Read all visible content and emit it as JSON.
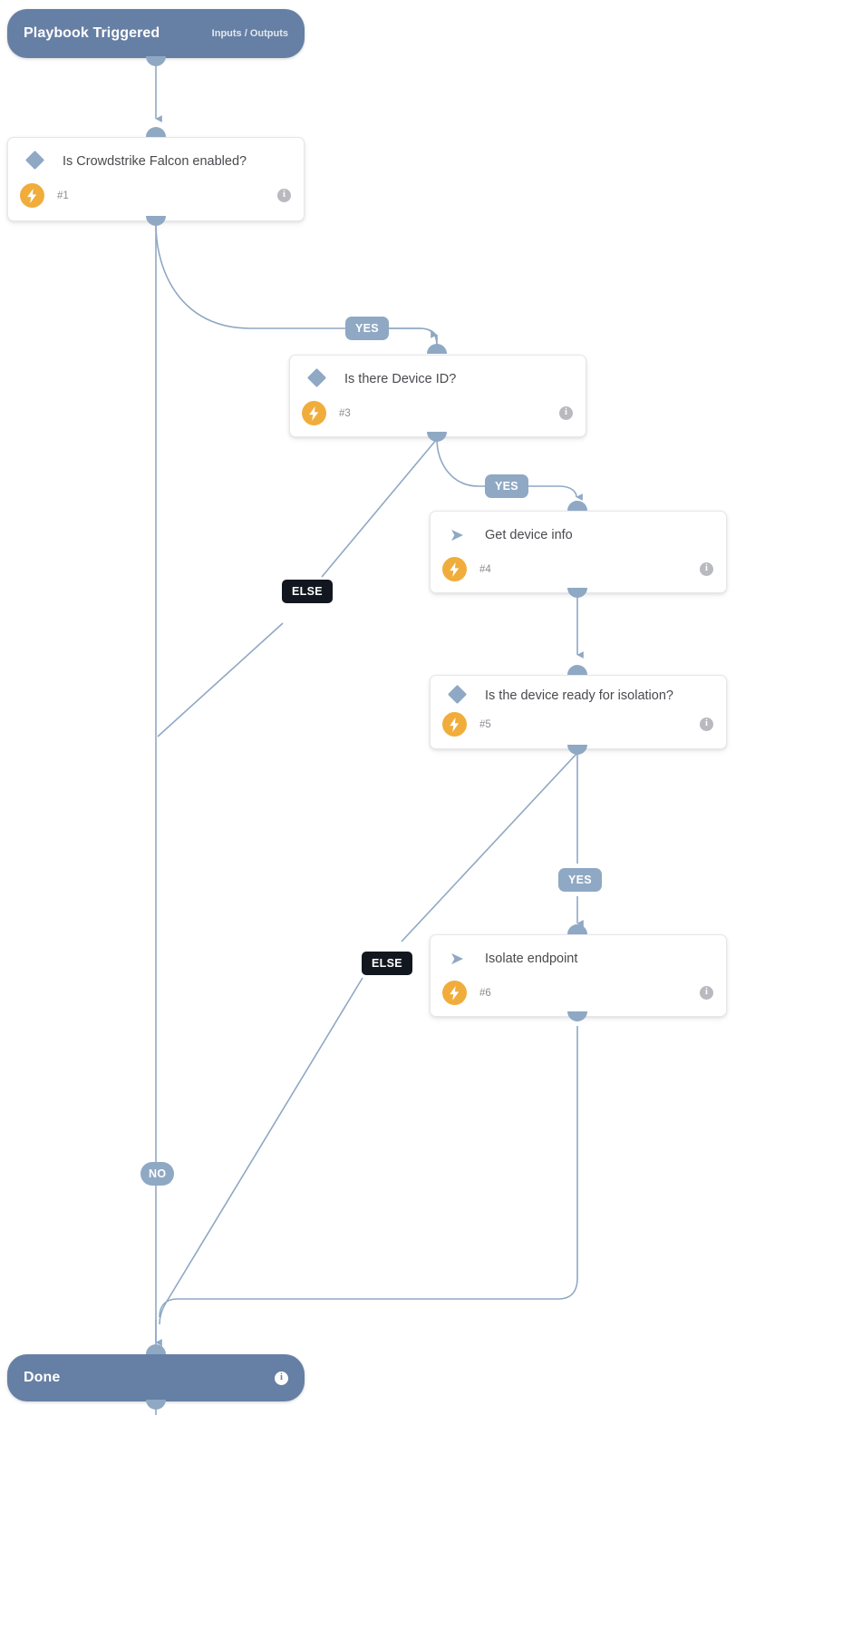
{
  "diagram": {
    "type": "playbook-workflow",
    "title": "Playbook Triggered",
    "colors": {
      "terminal": "#667fa4",
      "connector": "#8fa8c4",
      "accent_bolt": "#f0ad3c",
      "badge_yes": "#8fa8c4",
      "badge_else": "#12171f",
      "card_bg": "#ffffff",
      "card_text": "#4a4a4f"
    }
  },
  "trigger": {
    "label": "Playbook Triggered",
    "right_label": "Inputs / Outputs"
  },
  "done": {
    "label": "Done",
    "info_icon": "info-icon"
  },
  "nodes": [
    {
      "id": "n1",
      "title": "Is Crowdstrike Falcon  enabled?",
      "number": "#1",
      "kind": "condition",
      "icon": "diamond-icon",
      "badge_icon": "lightning-bolt-icon",
      "info_icon": "info-icon"
    },
    {
      "id": "n3",
      "title": "Is there Device ID?",
      "number": "#3",
      "kind": "condition",
      "icon": "diamond-icon",
      "badge_icon": "lightning-bolt-icon",
      "info_icon": "info-icon"
    },
    {
      "id": "n4",
      "title": "Get device info",
      "number": "#4",
      "kind": "action",
      "icon": "chevron-right-icon",
      "badge_icon": "lightning-bolt-icon",
      "info_icon": "info-icon"
    },
    {
      "id": "n5",
      "title": "Is the device ready for isolation?",
      "number": "#5",
      "kind": "condition",
      "icon": "diamond-icon",
      "badge_icon": "lightning-bolt-icon",
      "info_icon": "info-icon"
    },
    {
      "id": "n6",
      "title": "Isolate endpoint",
      "number": "#6",
      "kind": "action",
      "icon": "chevron-right-icon",
      "badge_icon": "lightning-bolt-icon",
      "info_icon": "info-icon"
    }
  ],
  "edge_labels": {
    "yes_1": "YES",
    "no_1": "NO",
    "yes_3": "YES",
    "else_3": "ELSE",
    "yes_5": "YES",
    "else_5": "ELSE"
  }
}
